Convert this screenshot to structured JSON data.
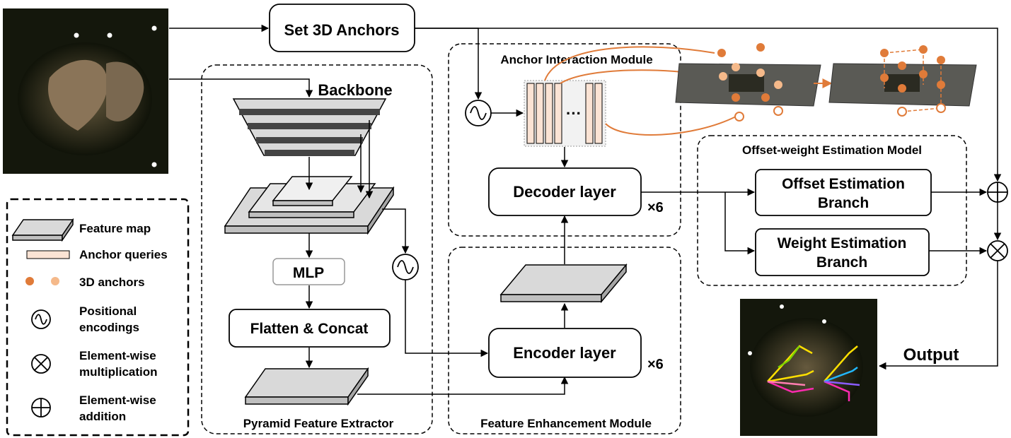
{
  "nodes": {
    "set_anchors": "Set 3D Anchors",
    "backbone": "Backbone",
    "mlp": "MLP",
    "flatten": "Flatten & Concat",
    "decoder": "Decoder layer",
    "encoder": "Encoder layer",
    "offset_line1": "Offset Estimation",
    "offset_line2": "Branch",
    "weight_line1": "Weight Estimation",
    "weight_line2": "Branch",
    "output": "Output",
    "dec_times": "×6",
    "enc_times": "×6",
    "ellipsis": "···"
  },
  "groups": {
    "pyramid": "Pyramid Feature Extractor",
    "enhance": "Feature Enhancement Module",
    "anchor": "Anchor Interaction Module",
    "offset_weight": "Offset-weight Estimation Model"
  },
  "legend": {
    "feature_map": "Feature map",
    "anchor_queries": "Anchor queries",
    "anchors": "3D anchors",
    "pos_enc_1": "Positional",
    "pos_enc_2": "encodings",
    "mult_1": "Element-wise",
    "mult_2": "multiplication",
    "add_1": "Element-wise",
    "add_2": "addition"
  },
  "colors": {
    "anchor_orange": "#e07b39",
    "anchor_light": "#f5b98a",
    "query_fill": "#fbe3d4",
    "feature_gray": "#d9d9d9"
  }
}
